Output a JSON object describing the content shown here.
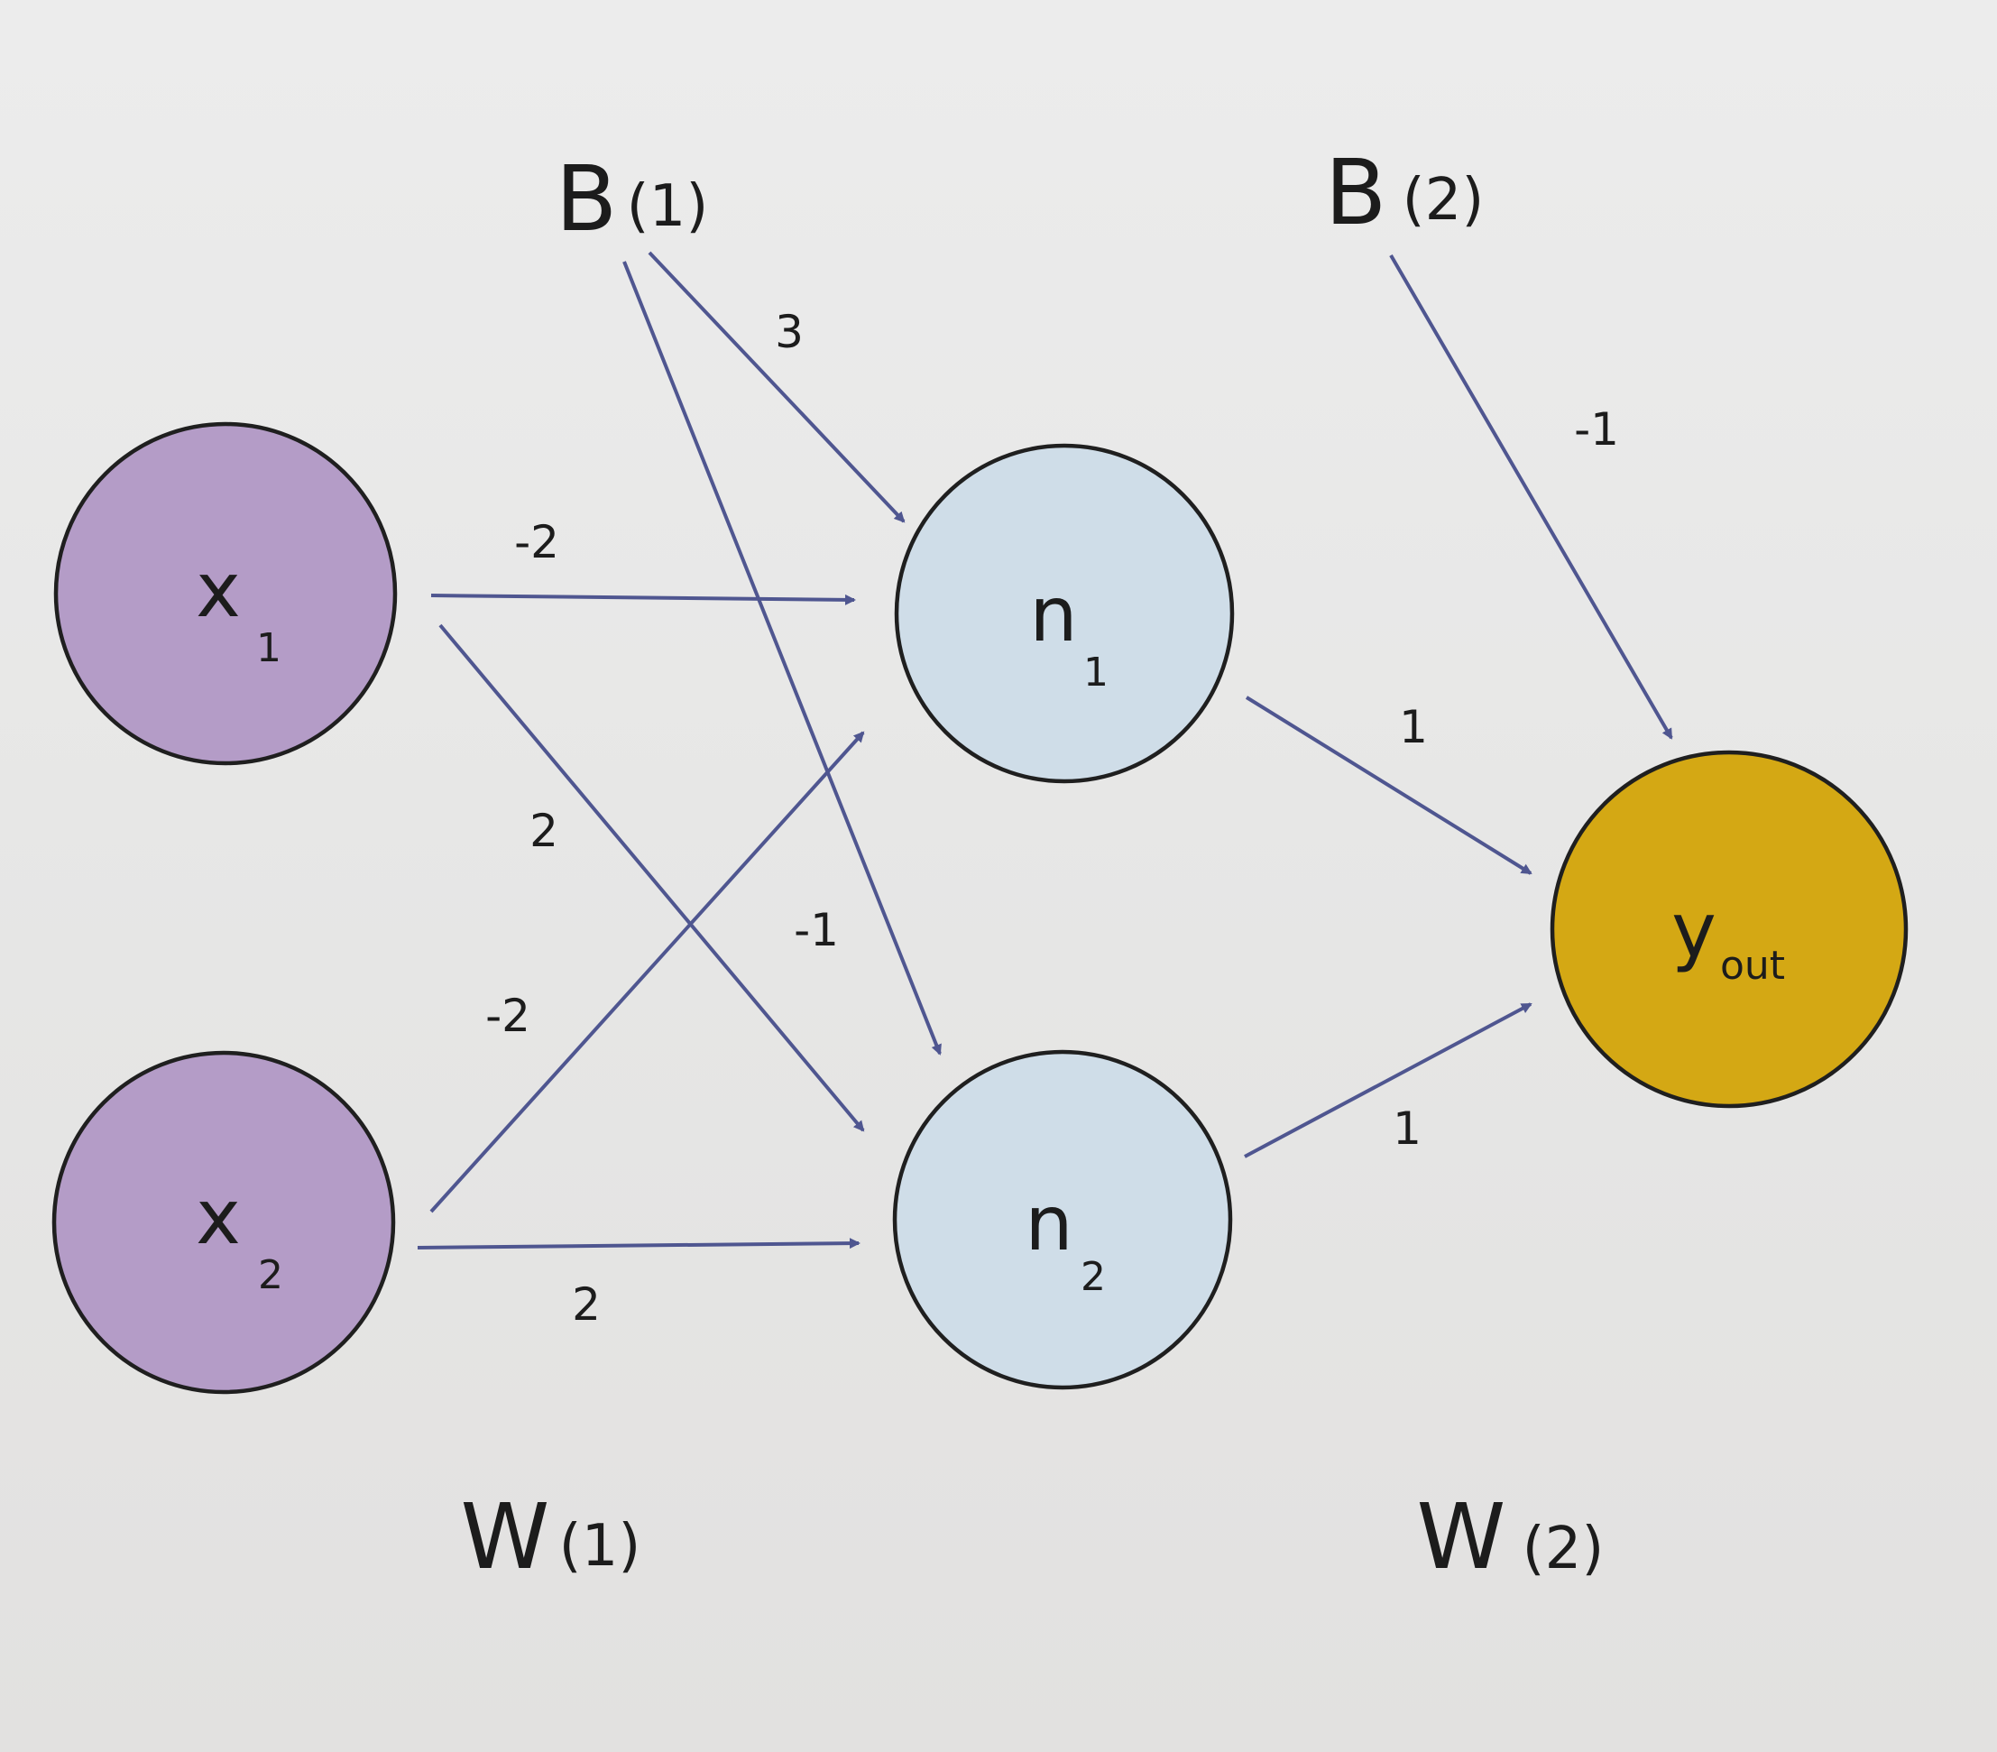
{
  "labels": {
    "b1": {
      "main": "B",
      "sub": "(1)"
    },
    "b2": {
      "main": "B",
      "sub": "(2)"
    },
    "w1": {
      "main": "W",
      "sub": "(1)"
    },
    "w2": {
      "main": "W",
      "sub": "(2)"
    }
  },
  "nodes": {
    "x1": {
      "main": "x",
      "sub": "1",
      "fill": "#b49cc7"
    },
    "x2": {
      "main": "x",
      "sub": "2",
      "fill": "#b49cc7"
    },
    "n1": {
      "main": "n",
      "sub": "1",
      "fill": "#cfdde8"
    },
    "n2": {
      "main": "n",
      "sub": "2",
      "fill": "#cfdde8"
    },
    "yout": {
      "main": "y",
      "sub": "out",
      "fill": "#d4a814"
    }
  },
  "weights": {
    "x1_n1": "-2",
    "x1_n2": "2",
    "x2_n1": "-2",
    "x2_n2": "2",
    "b1_n1": "3",
    "b1_n2": "-1",
    "n1_y": "1",
    "n2_y": "1",
    "b2_y": "-1"
  },
  "colors": {
    "edge": "#4f5690",
    "outline": "#1f1f1f"
  }
}
